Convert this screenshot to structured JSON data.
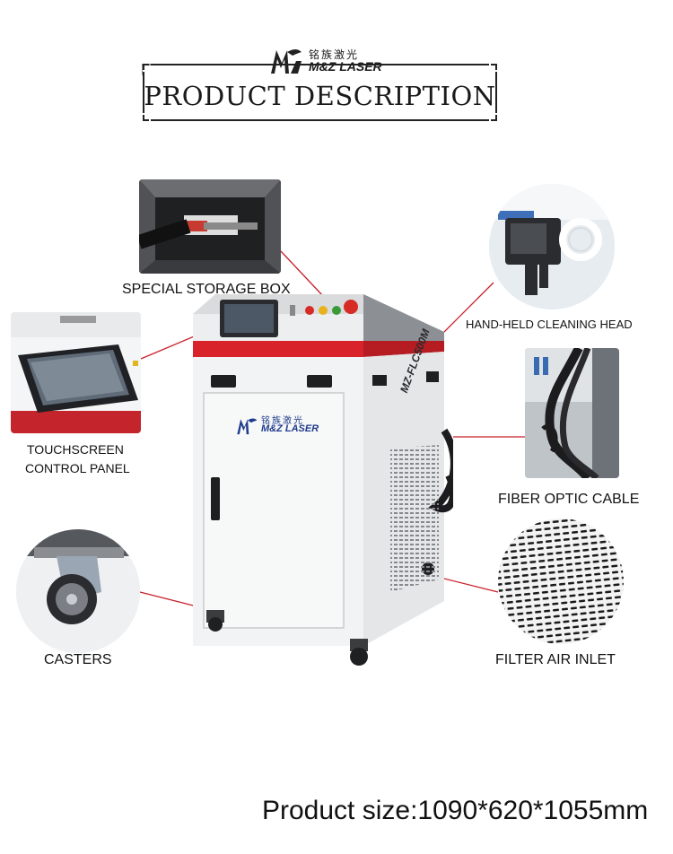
{
  "brand": {
    "cn": "铭族激光",
    "en": "M&Z LASER"
  },
  "title": "PRODUCT DESCRIPTION",
  "machine": {
    "model": "MZ-FLC500M",
    "door_brand_cn": "铭族激光",
    "door_brand_en": "M&Z LASER"
  },
  "callouts": {
    "storage": "SPECIAL STORAGE BOX",
    "head": "HAND-HELD CLEANING HEAD",
    "touch_line1": "TOUCHSCREEN",
    "touch_line2": "CONTROL PANEL",
    "cable": "FIBER OPTIC CABLE",
    "casters": "CASTERS",
    "filter": "FILTER AIR INLET"
  },
  "product_size": "Product size:1090*620*1055mm",
  "colors": {
    "accent_red": "#d8232a",
    "machine_white": "#f2f3f4",
    "panel_gray": "#8c9095",
    "leader_line": "#c8202a"
  },
  "icons": {
    "logo": "dragon-logo-icon"
  }
}
